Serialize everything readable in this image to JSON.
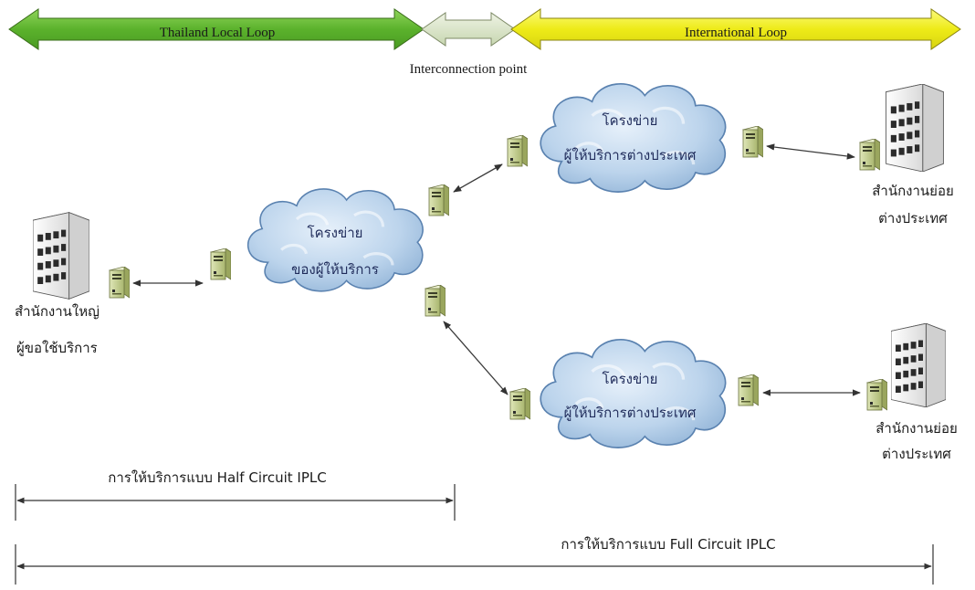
{
  "top_bar": {
    "local_loop": "Thailand Local Loop",
    "interconnection": "Interconnection point",
    "international_loop": "International Loop"
  },
  "headquarters": {
    "line1": "สำนักงานใหญ่",
    "line2": "ผู้ขอใช้บริการ"
  },
  "local_cloud": {
    "line1": "โครงข่าย",
    "line2": "ของผู้ให้บริการ"
  },
  "foreign_cloud_top": {
    "line1": "โครงข่าย",
    "line2": "ผู้ให้บริการต่างประเทศ"
  },
  "foreign_cloud_bottom": {
    "line1": "โครงข่าย",
    "line2": "ผู้ให้บริการต่างประเทศ"
  },
  "branch_top": {
    "line1": "สำนักงานย่อย",
    "line2": "ต่างประเทศ"
  },
  "branch_bottom": {
    "line1": "สำนักงานย่อย",
    "line2": "ต่างประเทศ"
  },
  "half_circuit": "การให้บริการแบบ Half Circuit IPLC",
  "full_circuit": "การให้บริการแบบ Full Circuit IPLC",
  "colors": {
    "local_loop": "#6dbe3d",
    "interconnection": "#d6e3c3",
    "international_loop": "#f2ef1f",
    "cloud": "#b9d2ea",
    "server": "#c9d49a"
  }
}
